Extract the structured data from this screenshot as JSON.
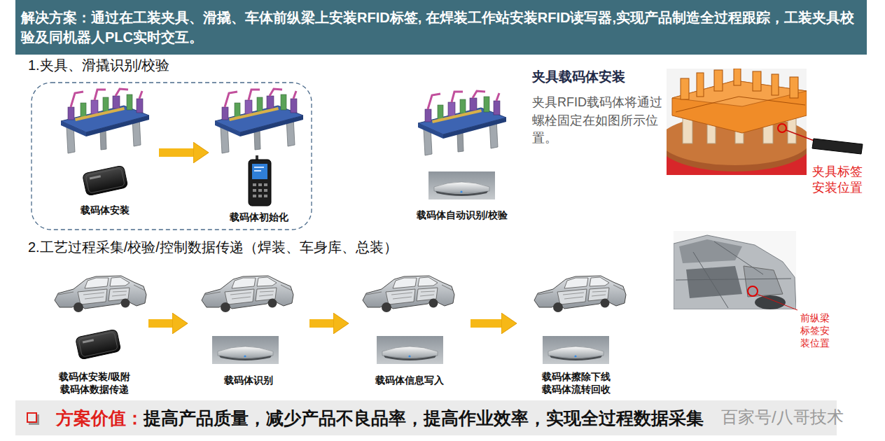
{
  "diagram": {
    "title": "解决方案：通过在工装夹具、滑撬、车体前纵梁上安装RFID标签, 在焊装工作站安装RFID读写器,实现产品制造全过程跟踪，工装夹具校验及同机器人PLC实时交互。",
    "nodes": [
      {
        "text": [
          "载码体安装"
        ]
      },
      {
        "text": [
          "载码体初始化"
        ]
      },
      {
        "text": [
          "载码体自动识别/校验"
        ]
      },
      {
        "text": [
          "载码体安装/吸附 载码体数据传递"
        ]
      },
      {
        "text": [
          "载码体识别"
        ]
      },
      {
        "text": [
          "载码体信息写入"
        ]
      },
      {
        "text": [
          "载码体擦除下线 载码体流转回收"
        ]
      },
      {
        "text": [
          "方案价值：",
          "提高产品质量，减少产品不良品率，提高作业效率，实现全过程数据采集"
        ]
      }
    ],
    "edges": [
      {
        "from": 0,
        "to": 1,
        "arrow": "to"
      },
      {
        "from": 3,
        "to": 4,
        "arrow": "to"
      },
      {
        "from": 4,
        "to": 5,
        "arrow": "to"
      },
      {
        "from": 5,
        "to": 6,
        "arrow": "to"
      }
    ],
    "labels": [
      "1.夹具、滑撬识别/校验",
      "2.工艺过程采集/校验/控制数据传递（焊装、车身库、总装）",
      "夹具载码体安装",
      "夹具RFID载码体将通过螺栓固定在如图所示位置。",
      "夹具标签安装位置",
      "前纵梁标签安装位置",
      "百家号/八哥技术"
    ]
  }
}
